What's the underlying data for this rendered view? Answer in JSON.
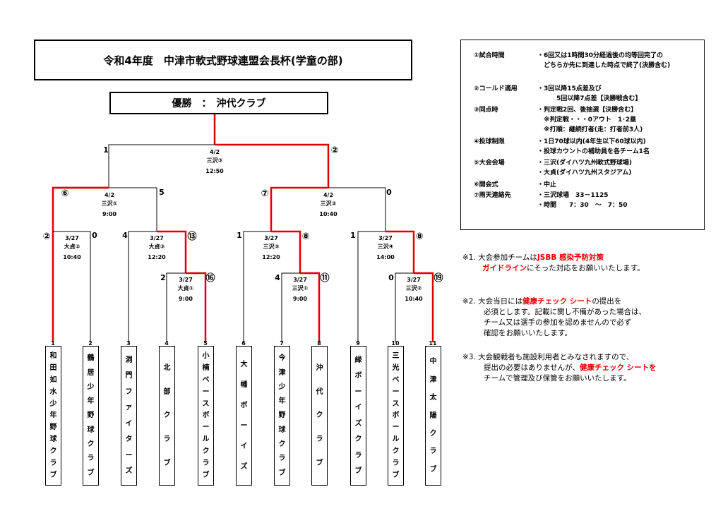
{
  "title": "令和4年度　中津市軟式野球連盟会長杯(学童の部)",
  "winner": "優勝　：　沖代クラブ",
  "final": {
    "date": "4/2",
    "venue": "三沢③",
    "time": "12:50",
    "left_score": "1",
    "right_score": "②"
  },
  "semi_left": {
    "date": "4/2",
    "venue": "三沢①",
    "time": "9:00",
    "left_score": "⑥",
    "right_score": "5"
  },
  "semi_right": {
    "date": "4/2",
    "venue": "三沢②",
    "time": "10:40",
    "left_score": "⑦",
    "right_score": "0"
  },
  "qf1": {
    "date": "3/27",
    "venue": "大貞②",
    "time": "10:40",
    "left_score": "②",
    "right_score": "0"
  },
  "qf2": {
    "date": "3/27",
    "venue": "大貞③",
    "time": "12:20",
    "left_score": "4",
    "right_score": "⑬"
  },
  "qf3": {
    "date": "3/27",
    "venue": "三沢③",
    "time": "12:20",
    "left_score": "1",
    "right_score": "⑧"
  },
  "qf4": {
    "date": "3/27",
    "venue": "三沢④",
    "time": "14:00",
    "left_score": "1",
    "right_score": "⑧"
  },
  "r1a": {
    "date": "3/27",
    "venue": "大貞①",
    "time": "9:00",
    "left_score": "2",
    "right_score": "⑯"
  },
  "r1b": {
    "date": "3/27",
    "venue": "三沢①",
    "time": "9:00",
    "left_score": "4",
    "right_score": "⑪"
  },
  "r1c": {
    "date": "3/27",
    "venue": "三沢②",
    "time": "10:40",
    "left_score": "0",
    "right_score": "⑲"
  },
  "teams": [
    {
      "num": "1",
      "name": "和田如水少年野球クラブ"
    },
    {
      "num": "2",
      "name": "鶴居少年野球クラブ"
    },
    {
      "num": "3",
      "name": "洞門ファイターズ"
    },
    {
      "num": "4",
      "name": "北部クラブ"
    },
    {
      "num": "5",
      "name": "小楠ベースボールクラブ"
    },
    {
      "num": "6",
      "name": "大幡ボーイズ"
    },
    {
      "num": "7",
      "name": "今津少年野球クラブ"
    },
    {
      "num": "8",
      "name": "沖代クラブ"
    },
    {
      "num": "9",
      "name": "緑ボーイズクラブ"
    },
    {
      "num": "10",
      "name": "三光ベースボールクラブ"
    },
    {
      "num": "11",
      "name": "中津太陽クラブ"
    }
  ],
  "rules": [
    {
      "label": "①試合時間",
      "lines": [
        "・6回又は1時間30分経過後の均等回完了の",
        "　どちらか先に到達した時点で終了(決勝含む)"
      ]
    },
    {
      "label": "②コールド適用",
      "lines": [
        "・3回以降15点差及び",
        "　　　5回以降7点差【決勝戦含む】"
      ]
    },
    {
      "label": "③同点時",
      "lines": [
        "・判定戦2回、後抽選【決勝含む】",
        "　※判定戦・・・0アウト　1･2塁",
        "　※打順：継続打者(走：打者前3人)"
      ]
    },
    {
      "label": "④投球制限",
      "lines": [
        "・1日70球以内(4年生以下60球以内)",
        "・投球カウントの補助員を各チーム1名"
      ]
    },
    {
      "label": "⑤大会会場",
      "lines": [
        "・三沢(ダイハツ九州軟式野球場)",
        "・大貞(ダイハツ九州スタジアム)"
      ]
    },
    {
      "label": "⑥開会式",
      "lines": [
        "・中止"
      ]
    },
    {
      "label": "⑦雨天連絡先",
      "lines": [
        "・三沢球場　33－1125",
        "・時間　　7：30　～　7：50"
      ]
    }
  ],
  "notes": {
    "n1_prefix": "※1. 大会参加チームは",
    "n1_red1": "JSBB 感染予防対策",
    "n1_red2": "ガイドライン",
    "n1_rest": "にそった対応をお願いいたします。",
    "n2_prefix": "※2. 大会当日には",
    "n2_red": "健康チェック シート",
    "n2_rest1": "の提出を",
    "n2_l2": "必須とします。記載に関し不備があった場合は、",
    "n2_l3": "チーム又は選手の参加を認めませんので必ず",
    "n2_l4": "確認をお願いいたします。",
    "n3_l1": "※3. 大会観戦者も施設利用者とみなされますので、",
    "n3_prefix": "提出の必要はありませんが、",
    "n3_red": "健康チェック シートを",
    "n3_l3": "チームで管理及び保管をお願いいたします。"
  },
  "colors": {
    "win_line": "#e00000",
    "lose_line": "#000000",
    "highlight": "#e00000"
  }
}
